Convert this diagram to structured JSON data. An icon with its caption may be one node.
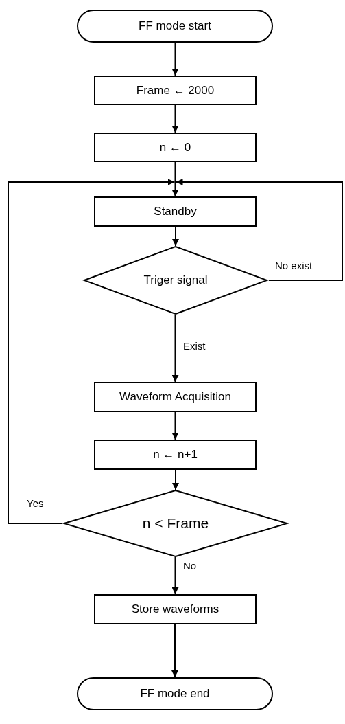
{
  "diagram": {
    "nodes": [
      {
        "text": [
          "FF mode start"
        ]
      },
      {
        "text": [
          "Frame ← 2000"
        ]
      },
      {
        "text": [
          "n ← 0"
        ]
      },
      {
        "text": [
          "Standby"
        ]
      },
      {
        "text": [
          "Triger signal"
        ]
      },
      {
        "text": [
          "Waveform Acquisition"
        ]
      },
      {
        "text": [
          "n ← n+1"
        ]
      },
      {
        "text": [
          "n < Frame"
        ]
      },
      {
        "text": [
          "Store waveforms"
        ]
      },
      {
        "text": [
          "FF mode end"
        ]
      }
    ],
    "edges": [
      {
        "from": 0,
        "to": 1,
        "arrow": "to"
      },
      {
        "from": 1,
        "to": 2,
        "arrow": "to"
      },
      {
        "from": 2,
        "to": 3,
        "arrow": "to"
      },
      {
        "from": 3,
        "to": 4,
        "arrow": "to"
      },
      {
        "from": 4,
        "to": 5,
        "arrow": "to",
        "label": "Exist"
      },
      {
        "from": 5,
        "to": 6,
        "arrow": "to"
      },
      {
        "from": 6,
        "to": 7,
        "arrow": "to"
      },
      {
        "from": 7,
        "to": 3,
        "arrow": "to",
        "label": "Yes"
      },
      {
        "from": 4,
        "to": 3,
        "arrow": "to",
        "label": "No exist"
      },
      {
        "from": 7,
        "to": 8,
        "arrow": "to",
        "label": "No"
      },
      {
        "from": 8,
        "to": 9,
        "arrow": "to"
      }
    ]
  }
}
